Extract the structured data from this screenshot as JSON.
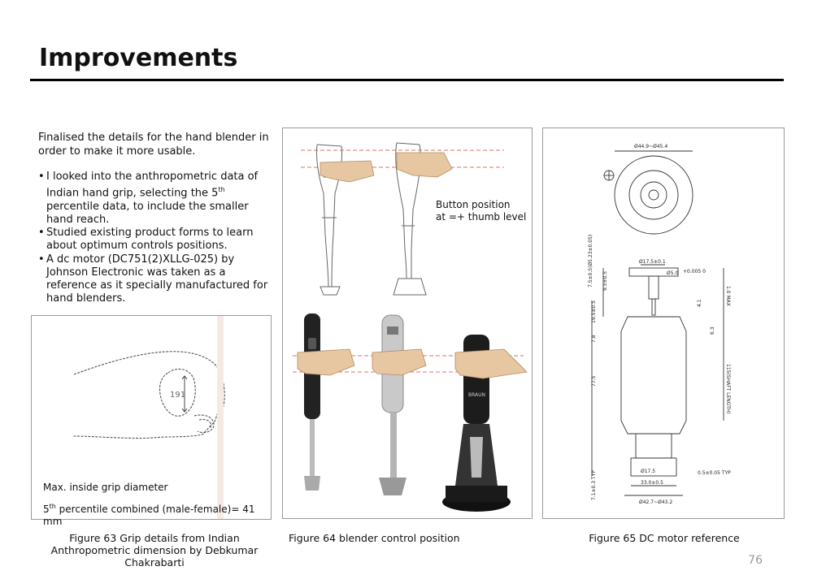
{
  "page": {
    "title": "Improvements",
    "page_number": "76"
  },
  "intro": "Finalised the details for the hand blender in order to make it more usable.",
  "bullets": [
    {
      "text": "I looked into the anthropometric data of Indian hand grip, selecting the 5",
      "sup": "th",
      "tail": " percentile data, to include the smaller hand reach."
    },
    {
      "text": "Studied existing product forms to learn about optimum controls positions."
    },
    {
      "text": "A dc motor (DC751(2)XLLG-025) by Johnson Electronic was taken as a reference as it specially manufactured for hand blenders."
    }
  ],
  "figure63": {
    "drawing_value": "191",
    "note_line1": "Max. inside grip diameter",
    "note_line2_pre": "5",
    "note_line2_sup": "th",
    "note_line2_post": " percentile combined (male-female)= 41 mm",
    "caption": "Figure 63 Grip details from Indian Anthropometric dimension by Debkumar Chakrabarti"
  },
  "figure64": {
    "annotation_line1": "Button position",
    "annotation_line2": "at =+ thumb level",
    "product_brand": "BRAUN",
    "caption": "Figure 64 blender control position"
  },
  "figure65": {
    "caption": "Figure 65 DC motor reference",
    "dims": {
      "top_dia": "Ø44.9~Ø45.4",
      "shaft_dia1": "Ø17.5±0.1",
      "shaft_dia2": "Ø5.0",
      "tol": "+0.005 0",
      "d1": "9.5±0.5",
      "d2": "1.0 MAX",
      "d3": "4.1",
      "d4": "6.3",
      "d5": "19.5±0.5",
      "d6": "7.8",
      "d7": "77.5",
      "d8": "115(SHAFT LENGTH)",
      "d9": "0.5±0.05 TYP",
      "d10": "Ø17.5",
      "d11": "33.0±0.5",
      "d12": "Ø42.7~Ø43.2",
      "d13": "7.1±0.3 TYP",
      "side_note": "7.5±0.5(Ø5.23±0.05)"
    }
  }
}
